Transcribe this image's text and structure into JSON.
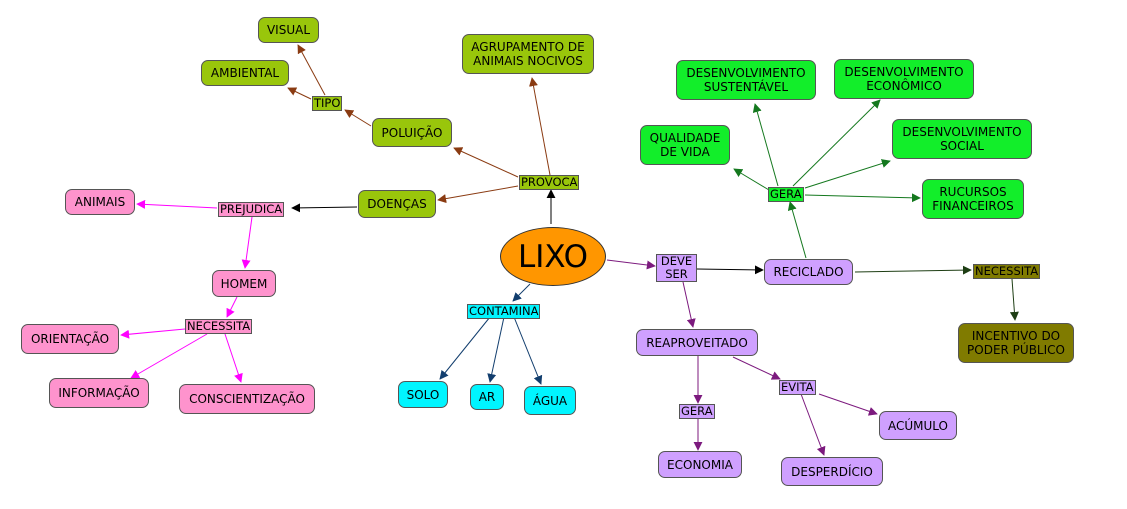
{
  "colors": {
    "olive": "#99c60b",
    "green": "#12ee2a",
    "pink": "#fe93cd",
    "purple": "#cfa0ff",
    "cyan": "#00f5ff",
    "dark_olive": "#807b00",
    "orange": "#ff9600",
    "brown_arrow": "#8a3b12",
    "green_arrow": "#14781e",
    "pink_arrow": "#ff00ff",
    "purple_arrow": "#7c1a7e",
    "blue_arrow": "#123e6e",
    "dark_green_arrow": "#1e3e14"
  },
  "center": {
    "label": "LIXO"
  },
  "nodes": {
    "visual": "VISUAL",
    "ambiental": "AMBIENTAL",
    "poluicao": "POLUIÇÃO",
    "agrupamento": "AGRUPAMENTO DE\nANIMAIS NOCIVOS",
    "doencas": "DOENÇAS",
    "animais": "ANIMAIS",
    "homem": "HOMEM",
    "orientacao": "ORIENTAÇÃO",
    "informacao": "INFORMAÇÃO",
    "conscientizacao": "CONSCIENTIZAÇÃO",
    "solo": "SOLO",
    "ar": "AR",
    "agua": "ÁGUA",
    "reciclado": "RECICLADO",
    "reaproveitado": "REAPROVEITADO",
    "economia": "ECONOMIA",
    "desperdicio": "DESPERDÍCIO",
    "acumulo": "ACÚMULO",
    "qualidade": "QUALIDADE\nDE VIDA",
    "dev_sustentavel": "DESENVOLVIMENTO\nSUSTENTÁVEL",
    "dev_economico": "DESENVOLVIMENTO\nECONÔMICO",
    "dev_social": "DESENVOLVIMENTO\nSOCIAL",
    "recursos": "RUCURSOS\nFINANCEIROS",
    "incentivo": "INCENTIVO DO\nPODER PÚBLICO"
  },
  "links": {
    "tipo": "TIPO",
    "provoca": "PROVOCA",
    "prejudica": "PREJUDICA",
    "necessita_left": "NECESSITA",
    "contamina": "CONTAMINA",
    "deve_ser": "DEVE\nSER",
    "gera_top": "GERA",
    "necessita_right": "NECESSITA",
    "gera_bottom": "GERA",
    "evita": "EVITA"
  }
}
